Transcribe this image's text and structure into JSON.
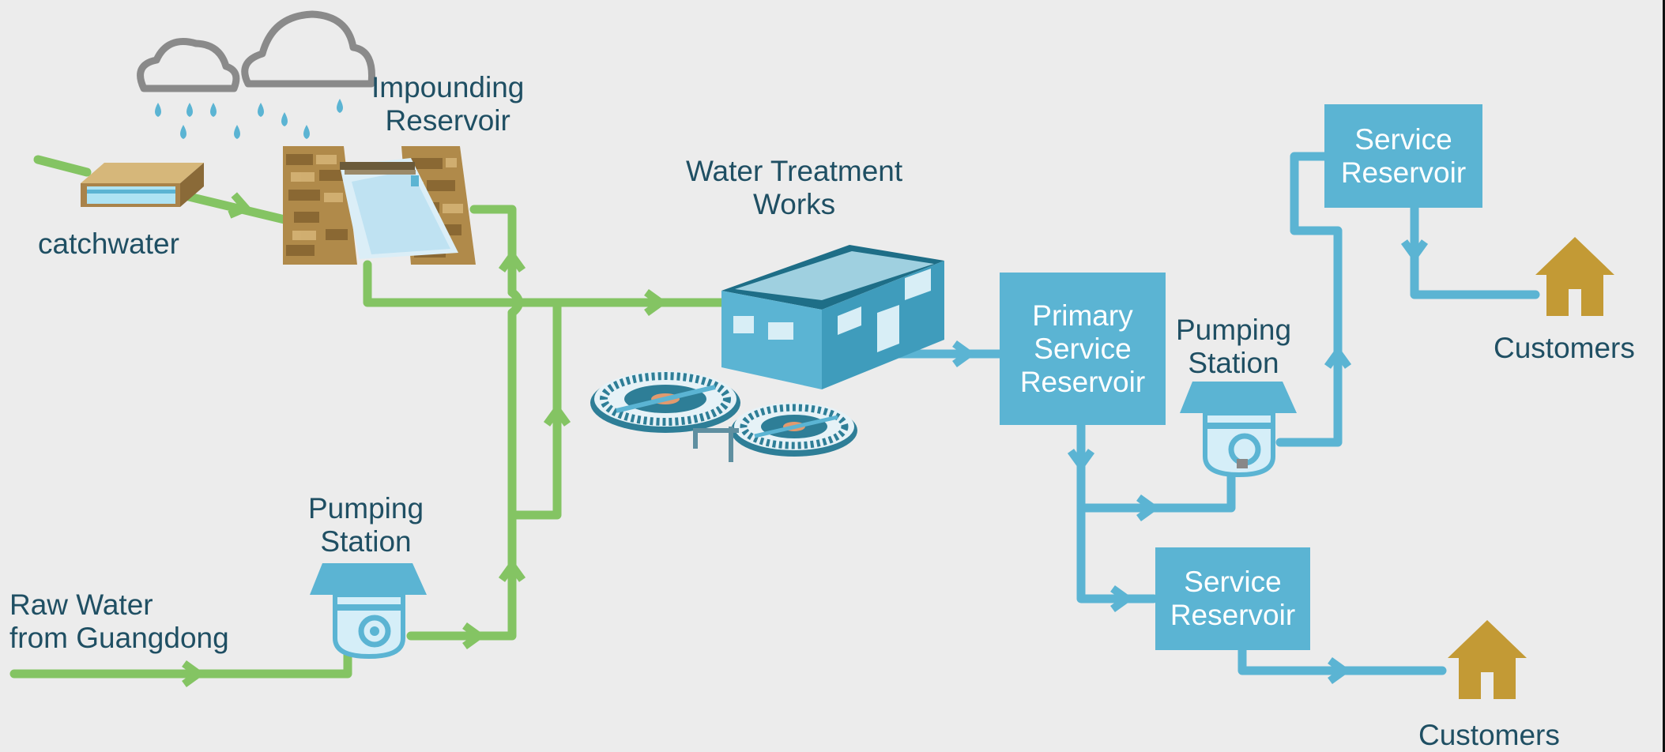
{
  "labels": {
    "impounding_reservoir": "Impounding\nReservoir",
    "catchwater": "catchwater",
    "water_treatment_works": "Water Treatment\nWorks",
    "pumping_station_lower": "Pumping\nStation",
    "pumping_station_right": "Pumping\nStation",
    "raw_water": "Raw Water\nfrom Guangdong",
    "customers_top": "Customers",
    "customers_bottom": "Customers"
  },
  "boxes": {
    "primary_service_reservoir": "Primary\nService\nReservoir",
    "service_reservoir_top": "Service\nReservoir",
    "service_reservoir_bottom": "Service\nReservoir"
  },
  "colors": {
    "background": "#ececec",
    "raw_water_pipe": "#84c463",
    "treated_water_pipe": "#5bb4d3",
    "label_text": "#1f4f63",
    "house": "#c39a35",
    "dam_brick": "#b08a4a",
    "cloud": "#888888",
    "raindrop": "#5bb4d3"
  },
  "icons": [
    "cloud-icon",
    "raindrop-icon",
    "dam-icon",
    "catchwater-icon",
    "treatment-building-icon",
    "sedimentation-tank-icon",
    "pump-icon",
    "house-icon",
    "flow-arrow-icon"
  ]
}
